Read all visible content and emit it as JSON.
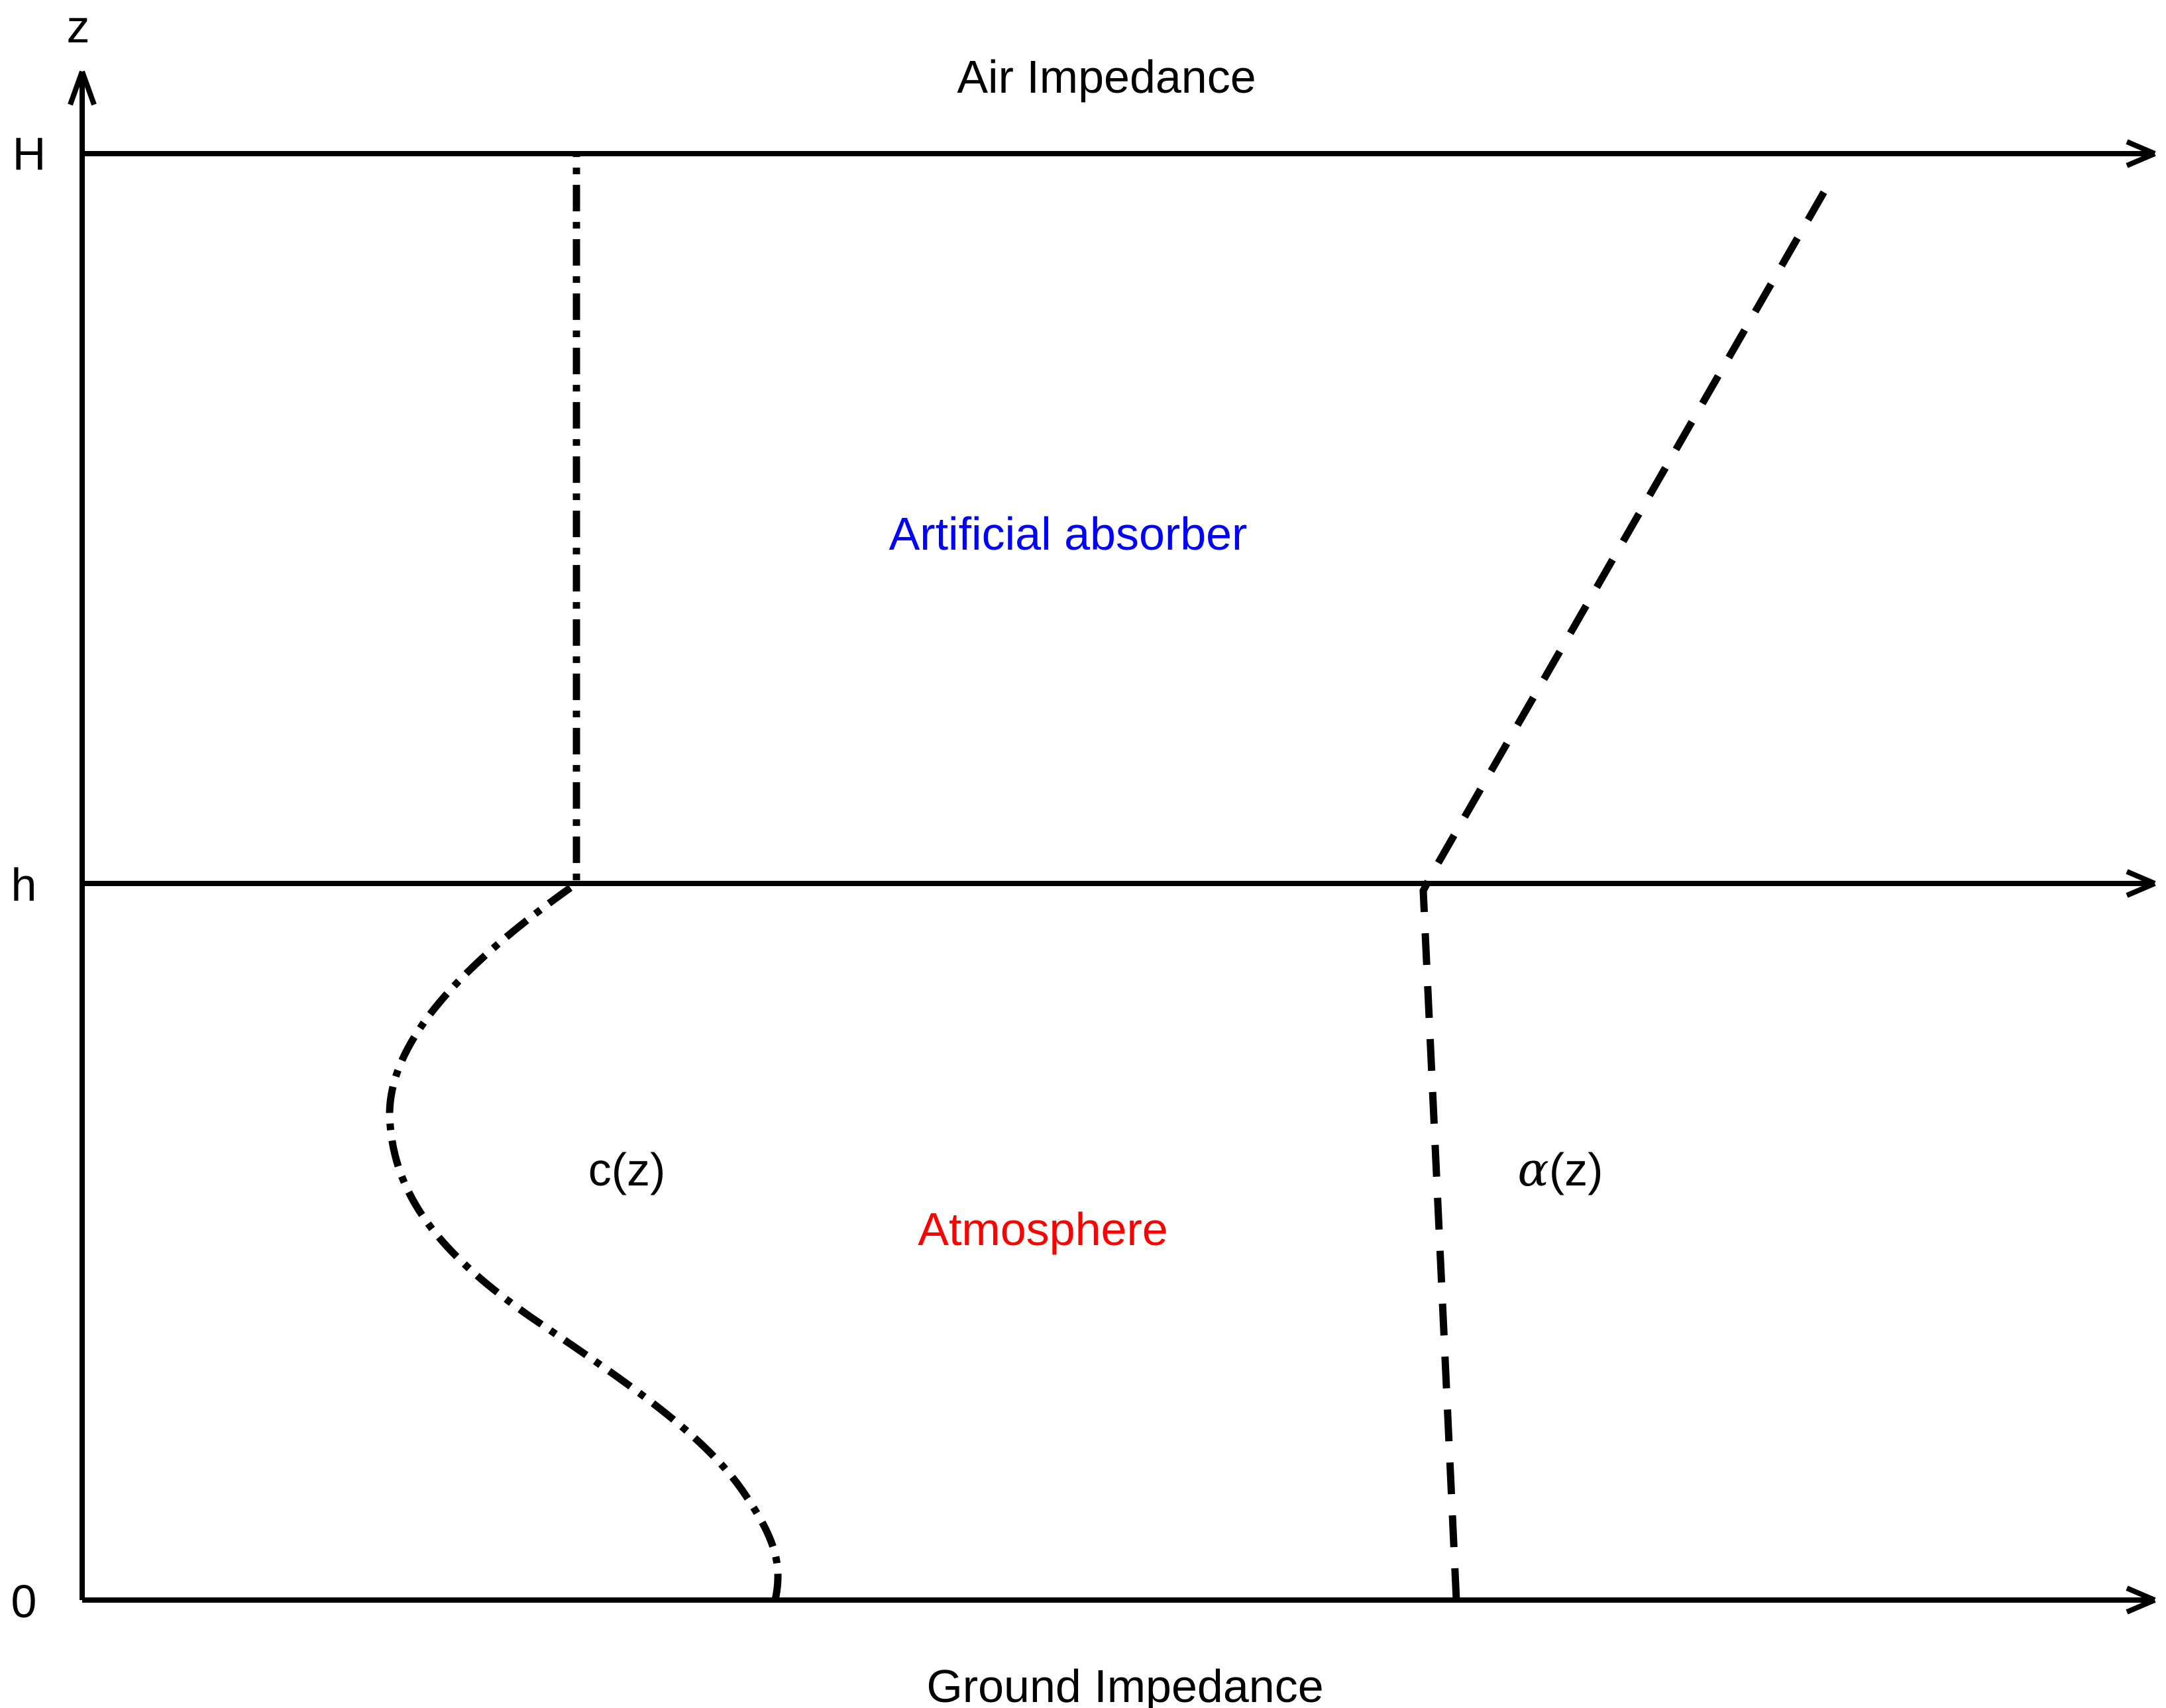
{
  "axis": {
    "z_label": "z",
    "tick_H": "H",
    "tick_h": "h",
    "tick_0": "0"
  },
  "boundaries": {
    "top": "Air Impedance",
    "bottom": "Ground Impedance"
  },
  "regions": {
    "absorber": {
      "label": "Artificial absorber",
      "color": "#0000ff"
    },
    "atmosphere": {
      "label": "Atmosphere",
      "color": "#ff0000"
    }
  },
  "profiles": {
    "sound_speed": {
      "label": "c(z)",
      "line_style": "dash-dot"
    },
    "attenuation": {
      "symbol": "α",
      "suffix": "(z)",
      "line_style": "dashed"
    }
  }
}
